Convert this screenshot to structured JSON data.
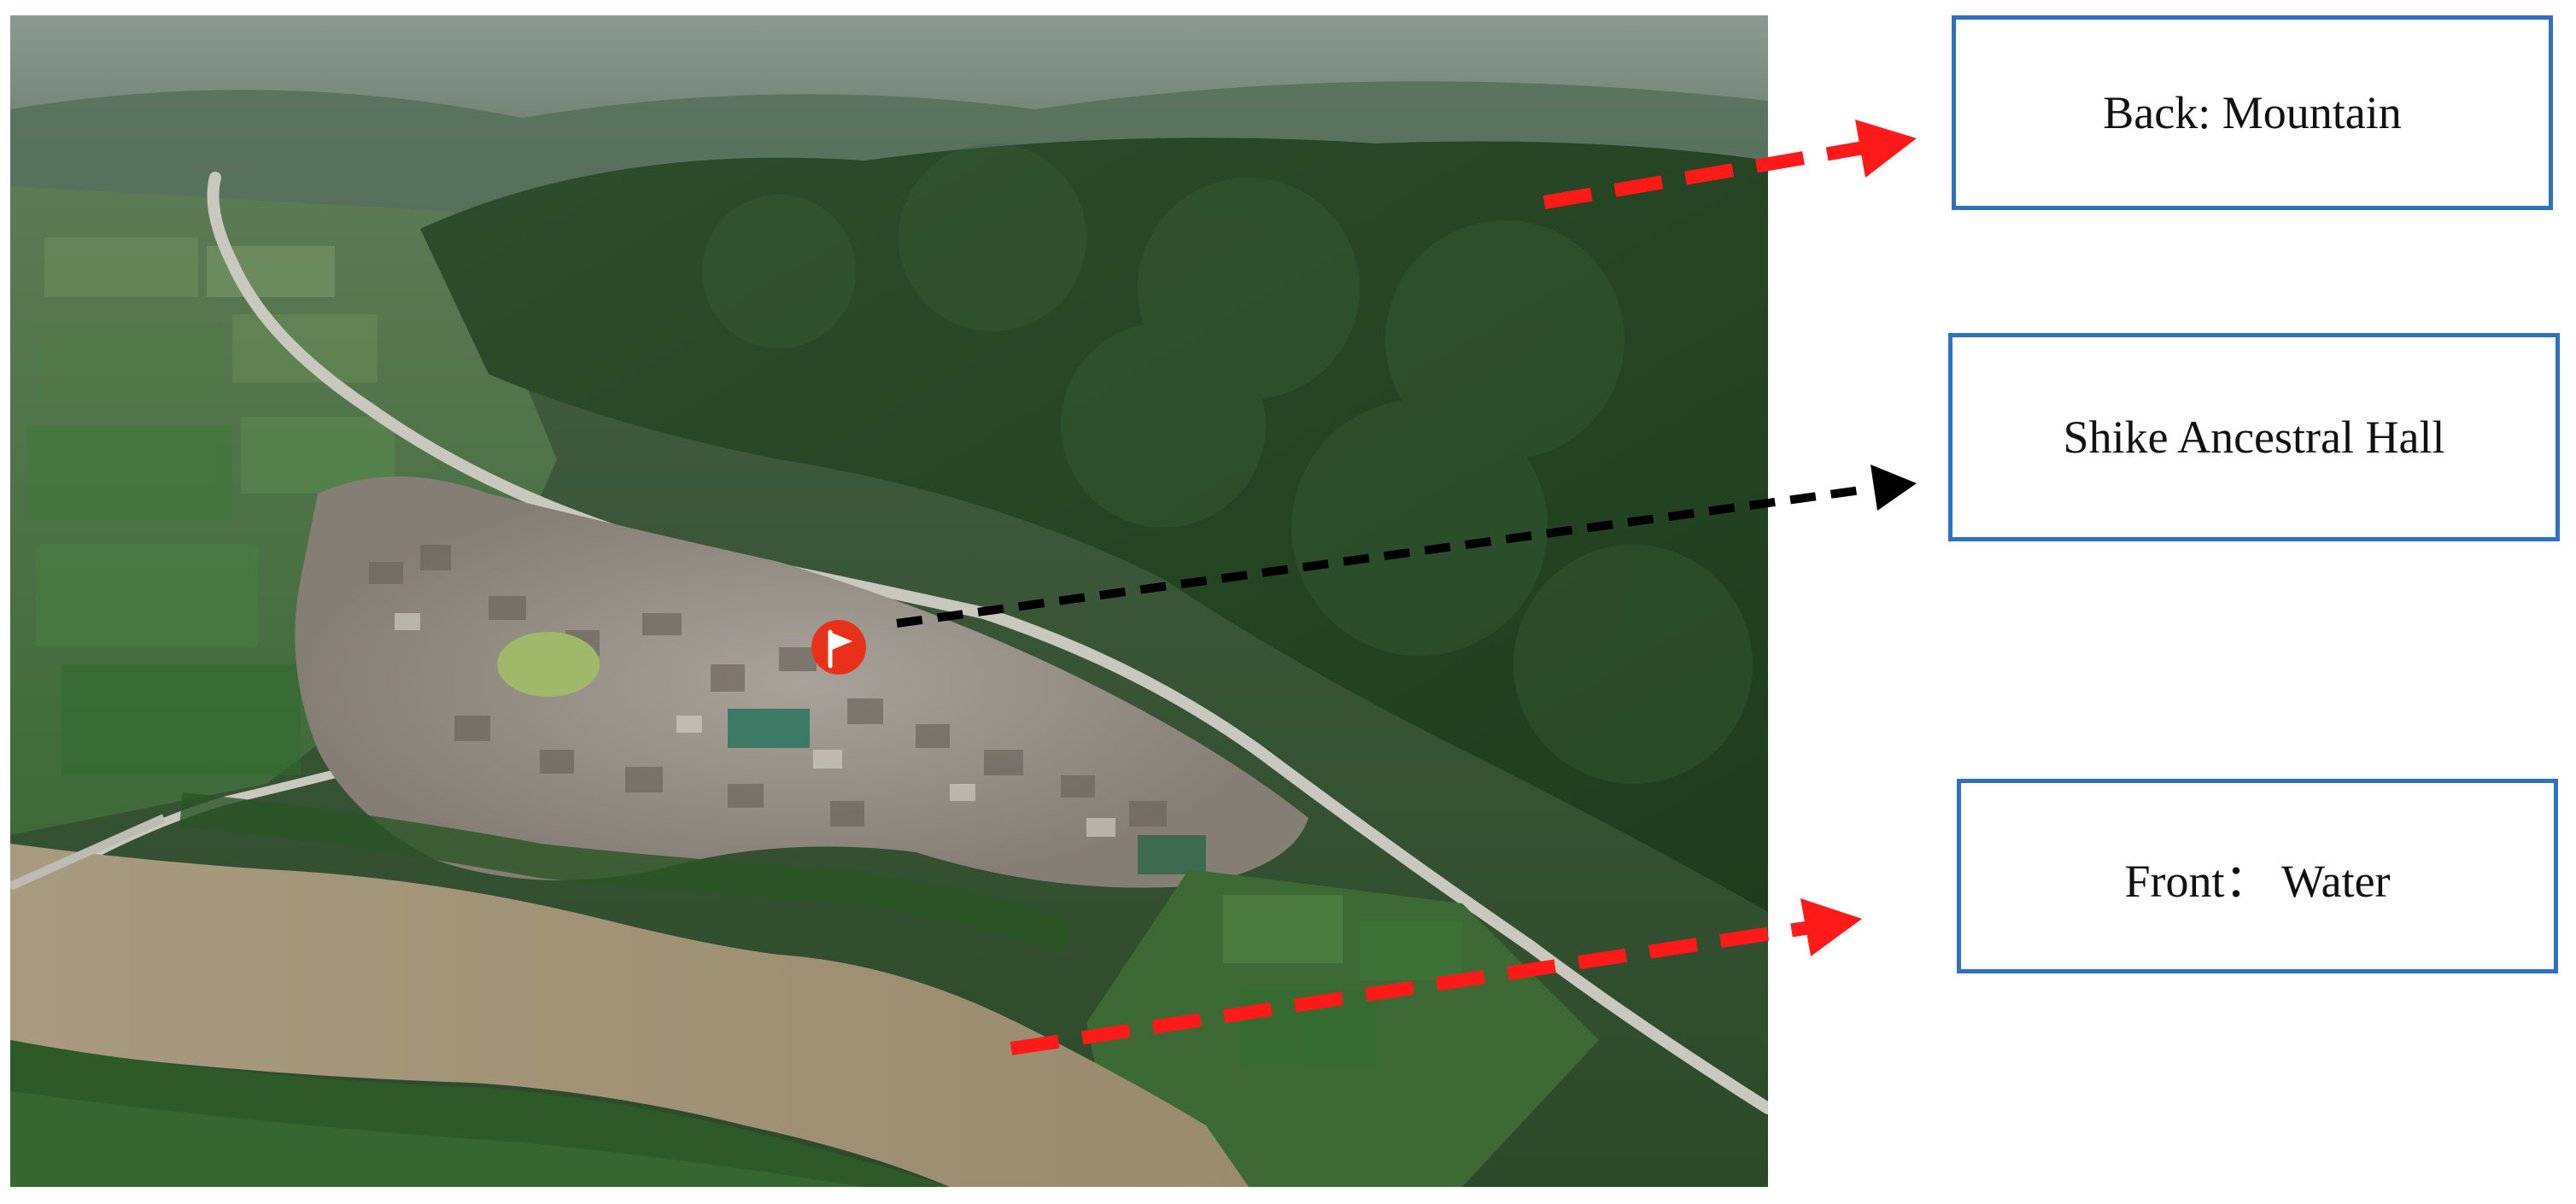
{
  "labels": {
    "back": "Back: Mountain",
    "hall": "Shike Ancestral Hall",
    "front": "Front： Water"
  },
  "colors": {
    "box_border": "#2f6fc4",
    "arrow_red": "#ff1a1a",
    "arrow_black": "#000000",
    "marker": "#e8311a"
  },
  "icons": {
    "marker": "location-flag-icon"
  }
}
